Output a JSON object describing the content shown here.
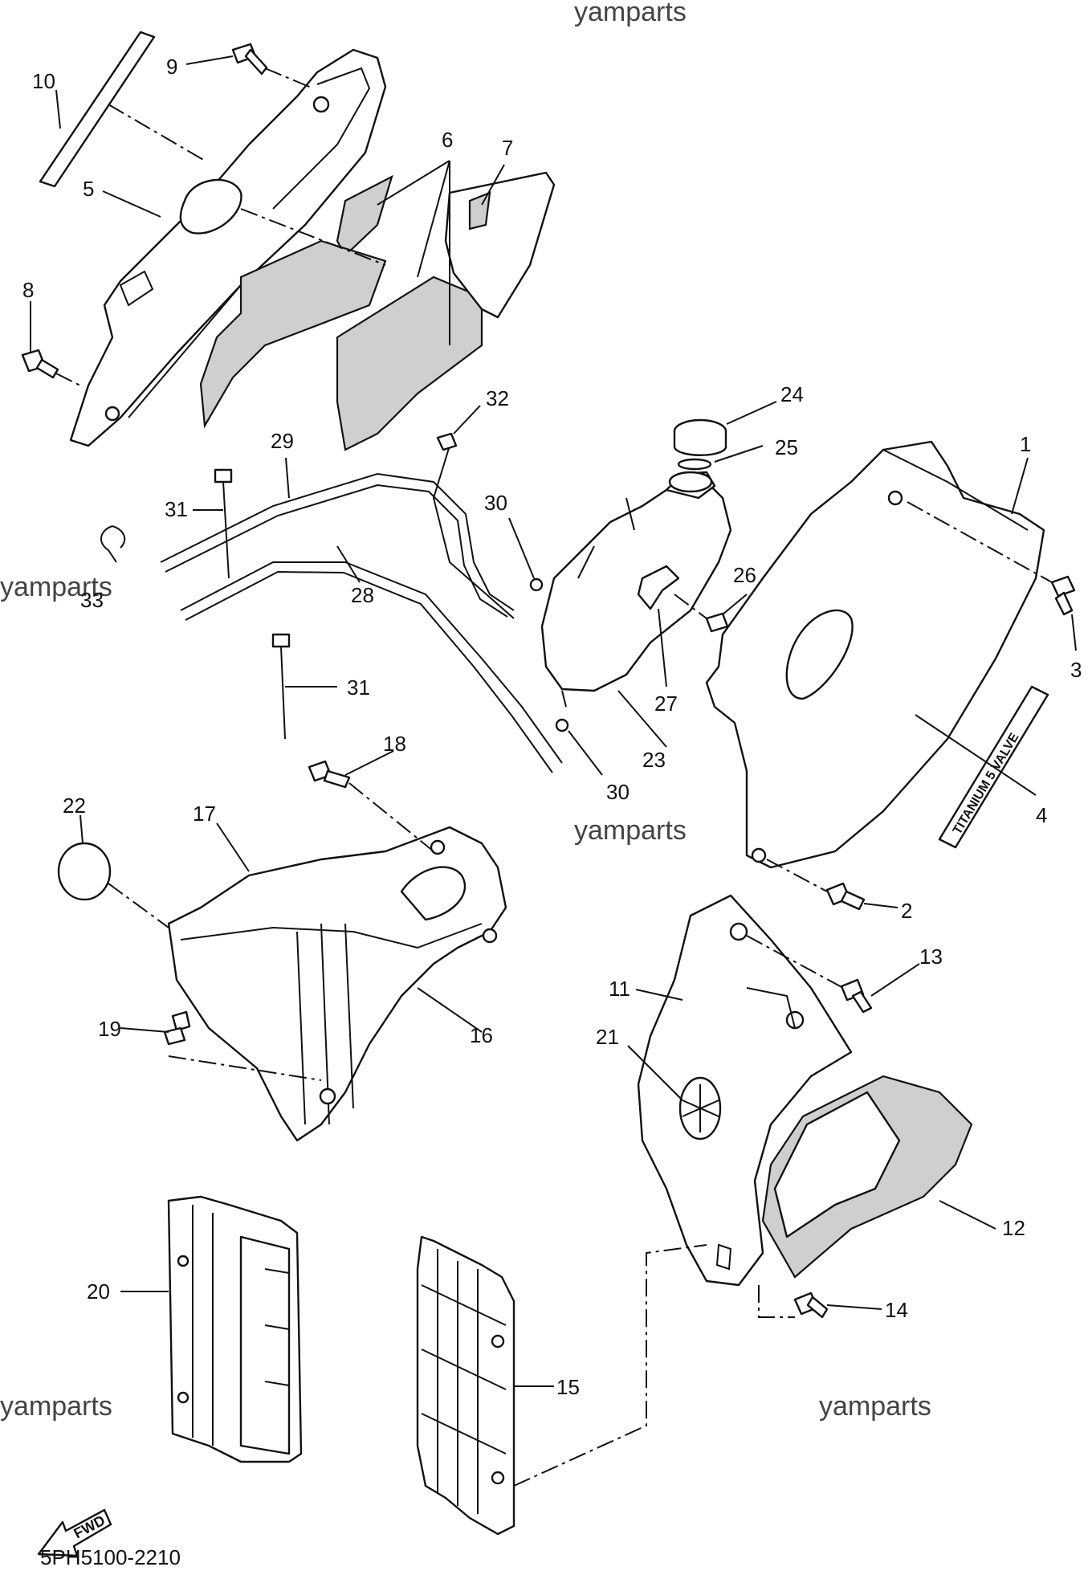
{
  "watermark": "yamparts",
  "diagram_code": "5PH5100-2210",
  "fwd_label": "FWD",
  "decal_text": "TITANIUM 5 VALVE",
  "parts": [
    {
      "id": "part-1",
      "label": "1"
    },
    {
      "id": "part-2",
      "label": "2"
    },
    {
      "id": "part-3",
      "label": "3"
    },
    {
      "id": "part-4",
      "label": "4"
    },
    {
      "id": "part-5",
      "label": "5"
    },
    {
      "id": "part-6",
      "label": "6"
    },
    {
      "id": "part-7",
      "label": "7"
    },
    {
      "id": "part-8",
      "label": "8"
    },
    {
      "id": "part-9",
      "label": "9"
    },
    {
      "id": "part-10",
      "label": "10"
    },
    {
      "id": "part-11",
      "label": "11"
    },
    {
      "id": "part-12",
      "label": "12"
    },
    {
      "id": "part-13",
      "label": "13"
    },
    {
      "id": "part-14",
      "label": "14"
    },
    {
      "id": "part-15",
      "label": "15"
    },
    {
      "id": "part-16",
      "label": "16"
    },
    {
      "id": "part-17",
      "label": "17"
    },
    {
      "id": "part-18",
      "label": "18"
    },
    {
      "id": "part-19",
      "label": "19"
    },
    {
      "id": "part-20",
      "label": "20"
    },
    {
      "id": "part-21",
      "label": "21"
    },
    {
      "id": "part-22",
      "label": "22"
    },
    {
      "id": "part-23",
      "label": "23"
    },
    {
      "id": "part-24",
      "label": "24"
    },
    {
      "id": "part-25",
      "label": "25"
    },
    {
      "id": "part-26",
      "label": "26"
    },
    {
      "id": "part-27",
      "label": "27"
    },
    {
      "id": "part-28",
      "label": "28"
    },
    {
      "id": "part-29",
      "label": "29"
    },
    {
      "id": "part-30",
      "label": "30"
    },
    {
      "id": "part-31",
      "label": "31"
    },
    {
      "id": "part-32",
      "label": "32"
    },
    {
      "id": "part-33",
      "label": "33"
    }
  ]
}
